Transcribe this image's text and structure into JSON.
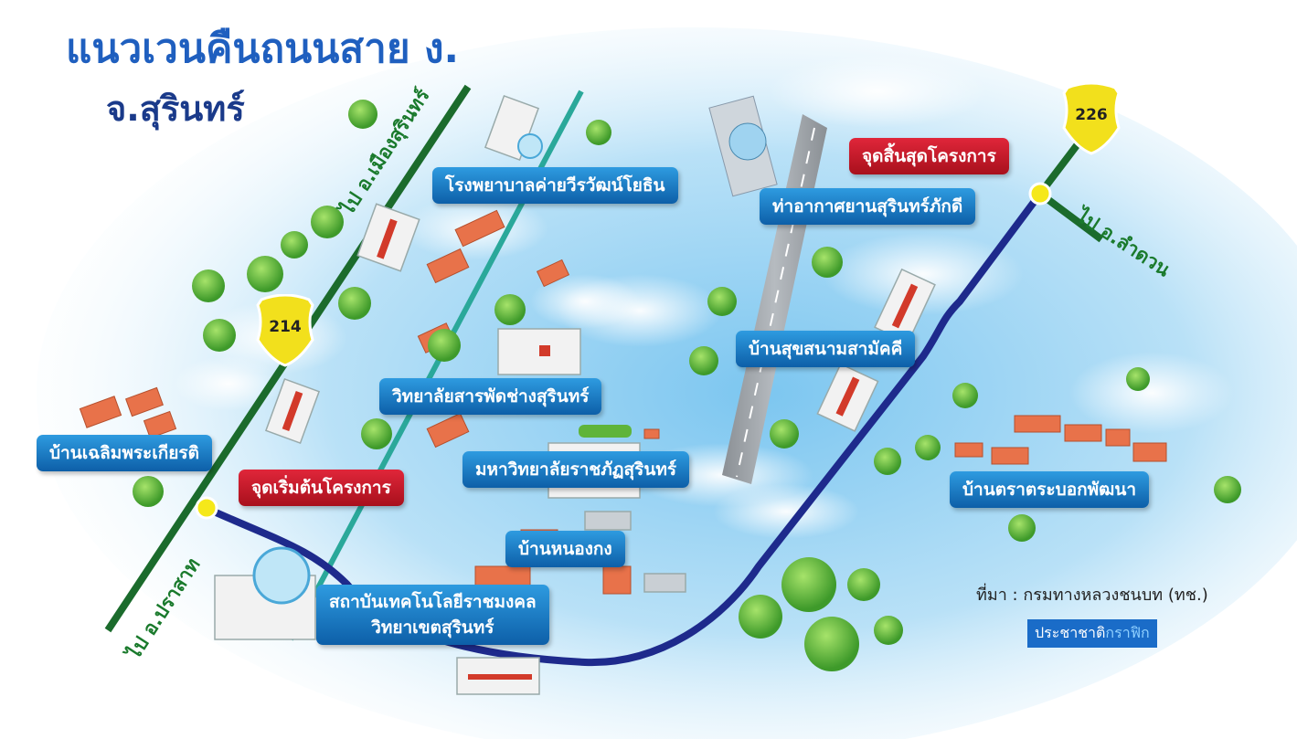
{
  "title": {
    "line1": "แนวเวนคืนถนนสาย ง.",
    "line2": "จ.สุรินทร์"
  },
  "places": {
    "hospital": "โรงพยาบาลค่ายวีรวัฒน์โยธิน",
    "airport": "ท่าอากาศยานสุรินทร์ภักดี",
    "sukhanam": "บ้านสุขสนามสามัคคี",
    "polytechnic": "วิทยาลัยสารพัดช่างสุรินทร์",
    "chalerm": "บ้านเฉลิมพระเกียรติ",
    "rajabhat": "มหาวิทยาลัยราชภัฏสุรินทร์",
    "trakrabok": "บ้านตราตระบอกพัฒนา",
    "nongkong": "บ้านหนองกง",
    "rmut_line1": "สถาบันเทคโนโลยีราชมงคล",
    "rmut_line2": "วิทยาเขตสุรินทร์"
  },
  "markers": {
    "end": "จุดสิ้นสุดโครงการ",
    "start": "จุดเริ่มต้นโครงการ"
  },
  "roads": {
    "to_mueang": "ไป อ.เมืองสุรินทร์",
    "to_lamduan": "ไป อ.ลำดวน",
    "to_prasat": "ไป อ.ปราสาท",
    "route_214": "214",
    "route_226": "226"
  },
  "credits": {
    "source": "ที่มา : กรมทางหลวงชนบท (ทช.)",
    "brand_a": "ประชาชาติ",
    "brand_b": "กราฟิก"
  },
  "colors": {
    "project_road": "#1e2a8c",
    "highway": "#1b6b2c",
    "rail": "#2aa89a",
    "label_blue": "#1478c8",
    "label_red": "#c8142a",
    "shield": "#f2e01c"
  }
}
